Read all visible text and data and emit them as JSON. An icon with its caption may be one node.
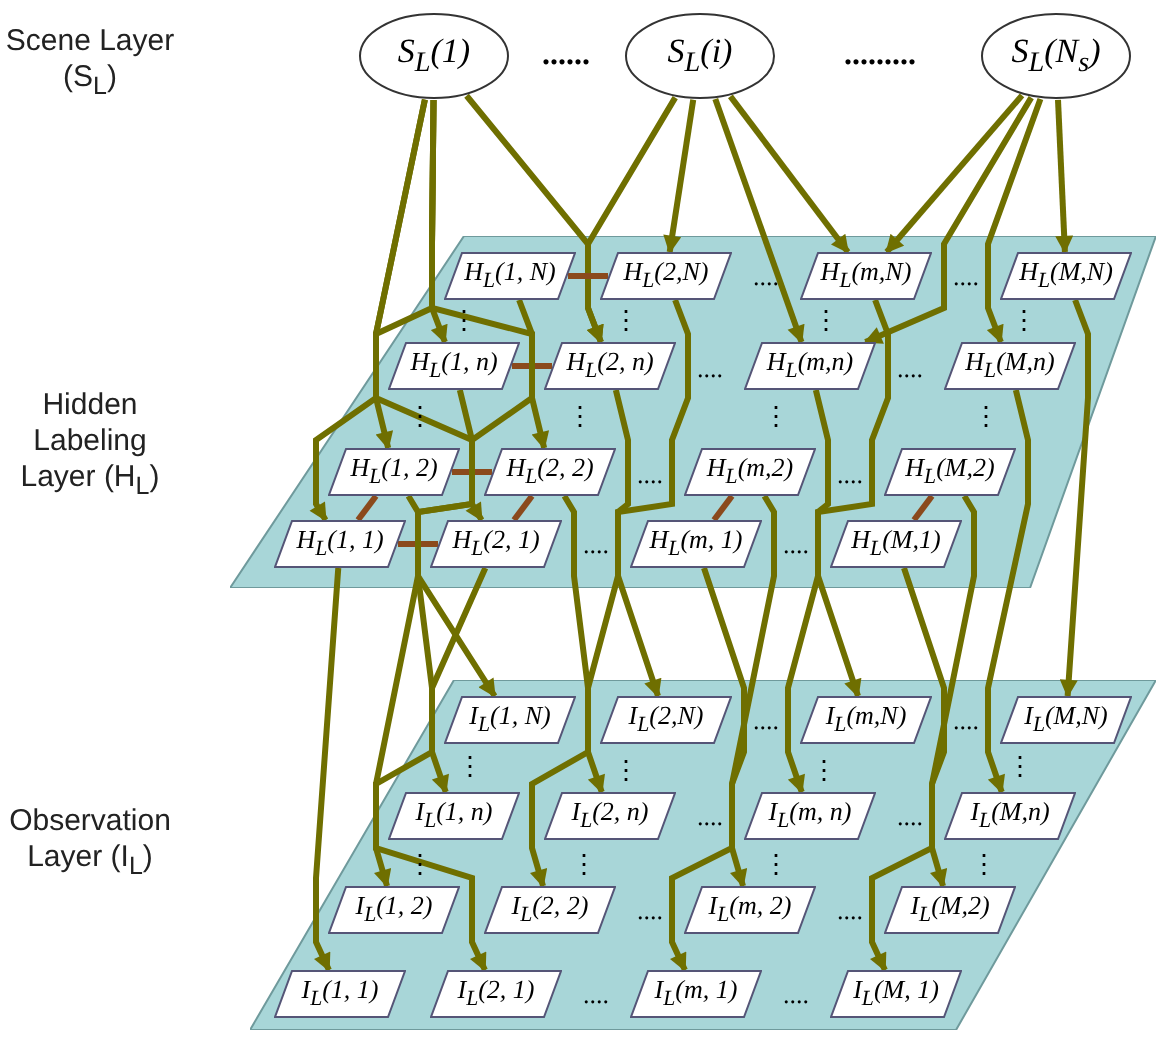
{
  "diagram": {
    "nodes": [
      {
        "text": [
          "S$_{L}$(1)"
        ]
      },
      {
        "text": [
          "S$_{L}$(i)"
        ]
      },
      {
        "text": [
          "S$_{L}$(N$_{s}$)"
        ]
      },
      {
        "text": [],
        "shape": "parallelogram"
      },
      {
        "text": [
          "H$_{L}$(1, N)"
        ],
        "in": 3
      },
      {
        "text": [
          "H$_{L}$(2,N)"
        ],
        "in": 3
      },
      {
        "text": [
          "H$_{L}$(m,N)"
        ],
        "in": 3
      },
      {
        "text": [
          "H$_{L}$(M,N)"
        ],
        "in": 3
      },
      {
        "text": [
          "H$_{L}$(1, n)"
        ],
        "in": 3
      },
      {
        "text": [
          "H$_{L}$(2, n)"
        ],
        "in": 3
      },
      {
        "text": [
          "H$_{L}$(m,n)"
        ],
        "in": 3
      },
      {
        "text": [
          "H$_{L}$(M,n)"
        ],
        "in": 3
      },
      {
        "text": [
          "H$_{L}$(1, 2)"
        ],
        "in": 3
      },
      {
        "text": [
          "H$_{L}$(2, 2)"
        ],
        "in": 3
      },
      {
        "text": [
          "H$_{L}$(m,2)"
        ],
        "in": 3
      },
      {
        "text": [
          "H$_{L}$(M,2)"
        ],
        "in": 3
      },
      {
        "text": [
          "H$_{L}$(1, 1)"
        ],
        "in": 3
      },
      {
        "text": [
          "H$_{L}$(2, 1)"
        ],
        "in": 3
      },
      {
        "text": [
          "H$_{L}$(m, 1)"
        ],
        "in": 3
      },
      {
        "text": [
          "H$_{L}$(M,1)"
        ],
        "in": 3
      },
      {
        "text": [],
        "shape": "parallelogram"
      },
      {
        "text": [
          "I$_{L}$(1, N)"
        ],
        "in": 20
      },
      {
        "text": [
          "I$_{L}$(2,N)"
        ],
        "in": 20
      },
      {
        "text": [
          "I$_{L}$(m,N)"
        ],
        "in": 20
      },
      {
        "text": [
          "I$_{L}$(M,N)"
        ],
        "in": 20
      },
      {
        "text": [
          "I$_{L}$(1, n)"
        ],
        "in": 20
      },
      {
        "text": [
          "I$_{L}$(2, n)"
        ],
        "in": 20
      },
      {
        "text": [
          "I$_{L}$(m, n)"
        ],
        "in": 20
      },
      {
        "text": [
          "I$_{L}$(M,n)"
        ],
        "in": 20
      },
      {
        "text": [
          "I$_{L}$(1, 2)"
        ],
        "in": 20
      },
      {
        "text": [
          "I$_{L}$(2, 2)"
        ],
        "in": 20
      },
      {
        "text": [
          "I$_{L}$(m, 2)"
        ],
        "in": 20
      },
      {
        "text": [
          "I$_{L}$(M,2)"
        ],
        "in": 20
      },
      {
        "text": [
          "I$_{L}$(1, 1)"
        ],
        "in": 20
      },
      {
        "text": [
          "I$_{L}$(2, 1)"
        ],
        "in": 20
      },
      {
        "text": [
          "I$_{L}$(m, 1)"
        ],
        "in": 20
      },
      {
        "text": [
          "I$_{L}$(M, 1)"
        ],
        "in": 20
      }
    ],
    "edges": [
      {
        "from": 0,
        "to": 16,
        "arrow": "to"
      },
      {
        "from": 0,
        "to": 12,
        "arrow": "to"
      },
      {
        "from": 0,
        "to": 8,
        "arrow": "to"
      },
      {
        "from": 0,
        "to": 17,
        "arrow": "to"
      },
      {
        "from": 0,
        "to": 13,
        "arrow": "to"
      },
      {
        "from": 0,
        "to": 9,
        "arrow": "to"
      },
      {
        "from": 1,
        "to": 9,
        "arrow": "to"
      },
      {
        "from": 1,
        "to": 5,
        "arrow": "to"
      },
      {
        "from": 1,
        "to": 10,
        "arrow": "to"
      },
      {
        "from": 1,
        "to": 6,
        "arrow": "to"
      },
      {
        "from": 2,
        "to": 10,
        "arrow": "to"
      },
      {
        "from": 2,
        "to": 6,
        "arrow": "to"
      },
      {
        "from": 2,
        "to": 11,
        "arrow": "to"
      },
      {
        "from": 2,
        "to": 7,
        "arrow": "to"
      },
      {
        "from": 4,
        "to": 5,
        "arrow": "none",
        "color": "#8b4a1c"
      },
      {
        "from": 8,
        "to": 9,
        "arrow": "none",
        "color": "#8b4a1c"
      },
      {
        "from": 12,
        "to": 13,
        "arrow": "none",
        "color": "#8b4a1c"
      },
      {
        "from": 16,
        "to": 17,
        "arrow": "none",
        "color": "#8b4a1c"
      },
      {
        "from": 12,
        "to": 16,
        "arrow": "none",
        "color": "#8b4a1c"
      },
      {
        "from": 13,
        "to": 17,
        "arrow": "none",
        "color": "#8b4a1c"
      },
      {
        "from": 14,
        "to": 18,
        "arrow": "none",
        "color": "#8b4a1c"
      },
      {
        "from": 15,
        "to": 19,
        "arrow": "none",
        "color": "#8b4a1c"
      },
      {
        "from": 4,
        "to": 21,
        "arrow": "to"
      },
      {
        "from": 5,
        "to": 22,
        "arrow": "to"
      },
      {
        "from": 6,
        "to": 23,
        "arrow": "to"
      },
      {
        "from": 7,
        "to": 24,
        "arrow": "to"
      },
      {
        "from": 8,
        "to": 25,
        "arrow": "to"
      },
      {
        "from": 9,
        "to": 26,
        "arrow": "to"
      },
      {
        "from": 10,
        "to": 27,
        "arrow": "to"
      },
      {
        "from": 11,
        "to": 28,
        "arrow": "to"
      },
      {
        "from": 12,
        "to": 29,
        "arrow": "to"
      },
      {
        "from": 13,
        "to": 30,
        "arrow": "to"
      },
      {
        "from": 14,
        "to": 31,
        "arrow": "to"
      },
      {
        "from": 15,
        "to": 32,
        "arrow": "to"
      },
      {
        "from": 16,
        "to": 33,
        "arrow": "to"
      },
      {
        "from": 17,
        "to": 34,
        "arrow": "to"
      },
      {
        "from": 18,
        "to": 35,
        "arrow": "to"
      },
      {
        "from": 19,
        "to": 36,
        "arrow": "to"
      }
    ],
    "labels": [
      "Scene Layer (S$_{L}$)",
      "......",
      ".........",
      "Hidden Labeling Layer (H$_{L}$)",
      "....",
      "....",
      "⋮",
      "⋮",
      "⋮",
      "⋮",
      "....",
      "....",
      "⋮",
      "⋮",
      "⋮",
      "⋮",
      "....",
      "....",
      "....",
      "....",
      "Observation Layer (I$_{L}$)",
      "....",
      "....",
      "⋮",
      "⋮",
      "⋮",
      "⋮",
      "....",
      "....",
      "⋮",
      "⋮",
      "⋮",
      "⋮",
      "....",
      "....",
      "....",
      "...."
    ]
  }
}
